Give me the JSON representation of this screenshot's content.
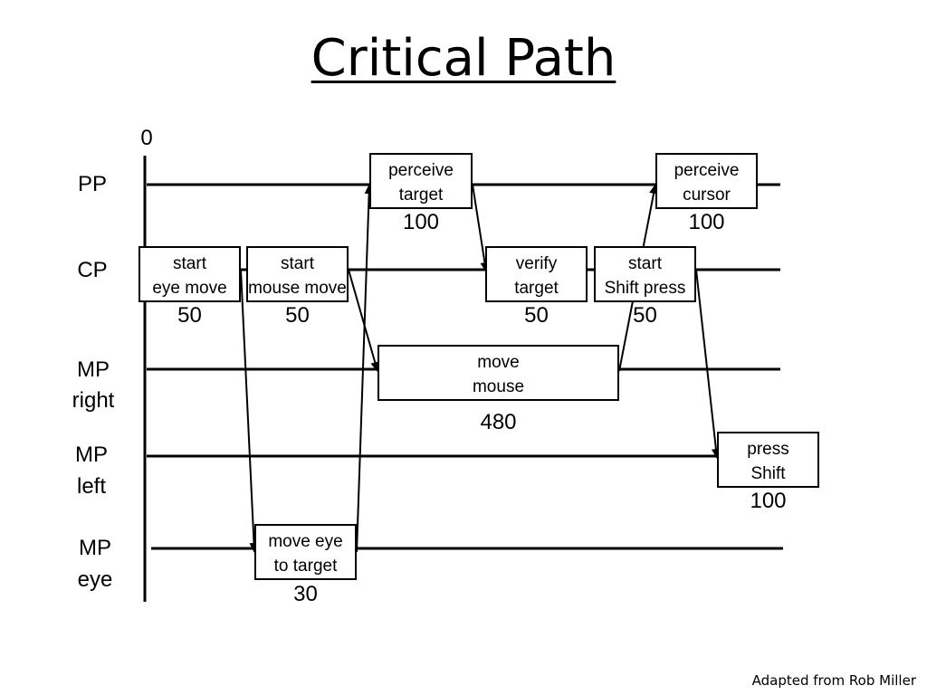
{
  "title": "Critical Path",
  "credit": "Adapted from Rob Miller",
  "origin_label": "0",
  "lanes": [
    {
      "id": "pp",
      "label": [
        "PP"
      ]
    },
    {
      "id": "cp",
      "label": [
        "CP"
      ]
    },
    {
      "id": "mpr",
      "label": [
        "MP",
        "right"
      ]
    },
    {
      "id": "mpl",
      "label": [
        "MP",
        "left"
      ]
    },
    {
      "id": "mpe",
      "label": [
        "MP",
        "eye"
      ]
    }
  ],
  "operators": [
    {
      "id": "start-eye-move",
      "lane": "cp",
      "lines": [
        "start",
        "eye move"
      ],
      "duration": "50"
    },
    {
      "id": "start-mouse-move",
      "lane": "cp",
      "lines": [
        "start",
        "mouse move"
      ],
      "duration": "50"
    },
    {
      "id": "move-eye-to-target",
      "lane": "mpe",
      "lines": [
        "move eye",
        "to target"
      ],
      "duration": "30"
    },
    {
      "id": "perceive-target",
      "lane": "pp",
      "lines": [
        "perceive",
        "target"
      ],
      "duration": "100"
    },
    {
      "id": "move-mouse",
      "lane": "mpr",
      "lines": [
        "move",
        "mouse"
      ],
      "duration": "480"
    },
    {
      "id": "verify-target",
      "lane": "cp",
      "lines": [
        "verify",
        "target"
      ],
      "duration": "50"
    },
    {
      "id": "perceive-cursor",
      "lane": "pp",
      "lines": [
        "perceive",
        "cursor"
      ],
      "duration": "100"
    },
    {
      "id": "start-shift-press",
      "lane": "cp",
      "lines": [
        "start",
        "Shift press"
      ],
      "duration": "50"
    },
    {
      "id": "press-shift",
      "lane": "mpl",
      "lines": [
        "press",
        "Shift"
      ],
      "duration": "100"
    }
  ],
  "dependencies": [
    {
      "from": "start-eye-move",
      "to": "move-eye-to-target"
    },
    {
      "from": "move-eye-to-target",
      "to": "perceive-target"
    },
    {
      "from": "start-mouse-move",
      "to": "move-mouse"
    },
    {
      "from": "perceive-target",
      "to": "verify-target"
    },
    {
      "from": "move-mouse",
      "to": "perceive-cursor"
    },
    {
      "from": "start-shift-press",
      "to": "press-shift"
    }
  ]
}
